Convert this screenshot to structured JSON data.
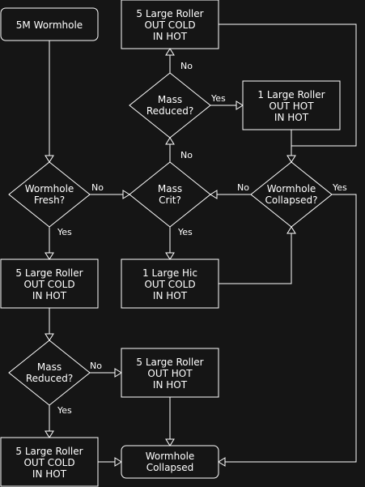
{
  "nodes": {
    "start": {
      "lines": [
        "5M Wormhole"
      ]
    },
    "top_roller": {
      "lines": [
        "5 Large Roller",
        "OUT COLD",
        "IN HOT"
      ]
    },
    "mass_reduced_top": {
      "lines": [
        "Mass",
        "Reduced?"
      ]
    },
    "hot_roller_right": {
      "lines": [
        "1 Large Roller",
        "OUT HOT",
        "IN HOT"
      ]
    },
    "wormhole_fresh": {
      "lines": [
        "Wormhole",
        "Fresh?"
      ]
    },
    "mass_crit": {
      "lines": [
        "Mass",
        "Crit?"
      ]
    },
    "wormhole_collapsed_q": {
      "lines": [
        "Wormhole",
        "Collapsed?"
      ]
    },
    "roller_left_mid": {
      "lines": [
        "5 Large Roller",
        "OUT COLD",
        "IN HOT"
      ]
    },
    "hic_mid": {
      "lines": [
        "1 Large Hic",
        "OUT COLD",
        "IN HOT"
      ]
    },
    "mass_reduced_bottom": {
      "lines": [
        "Mass",
        "Reduced?"
      ]
    },
    "roller_hot_bottom": {
      "lines": [
        "5 Large Roller",
        "OUT HOT",
        "IN HOT"
      ]
    },
    "roller_left_bottom": {
      "lines": [
        "5 Large Roller",
        "OUT COLD",
        "IN HOT"
      ]
    },
    "collapsed_end": {
      "lines": [
        "Wormhole",
        "Collapsed"
      ]
    }
  },
  "edge_labels": {
    "top_no": "No",
    "top_yes": "Yes",
    "crit_no": "No",
    "fresh_no": "No",
    "collapsed_no": "No",
    "collapsed_yes": "Yes",
    "fresh_yes": "Yes",
    "crit_yes": "Yes",
    "bottom_no": "No",
    "bottom_yes": "Yes"
  },
  "colors": {
    "background": "#151515",
    "stroke": "#ffffff",
    "text": "#ffffff"
  }
}
